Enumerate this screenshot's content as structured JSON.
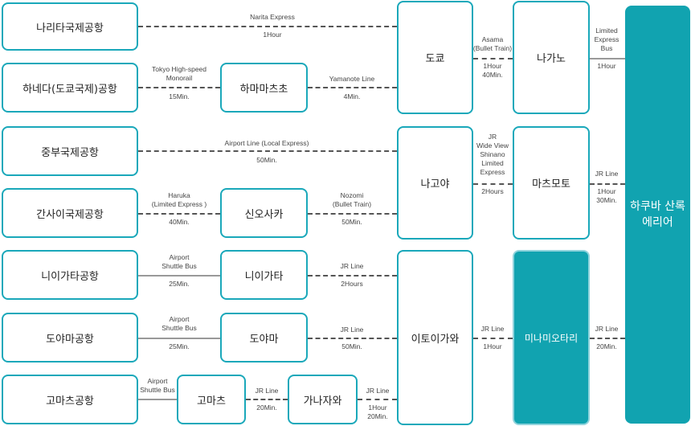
{
  "boxes": {
    "narita": "나리타국제공항",
    "haneda": "하네다(도쿄국제)공항",
    "chubu": "중부국제공항",
    "kansai": "간사이국제공항",
    "niigata_airport": "니이가타공항",
    "toyama_airport": "도야마공항",
    "komatsu_airport": "고마츠공항",
    "hamamatsucho": "하마마츠초",
    "shin_osaka": "신오사카",
    "niigata": "니이가타",
    "toyama": "도야마",
    "komatsu": "고마츠",
    "kanazawa": "가나자와",
    "tokyo": "도쿄",
    "nagoya": "나고야",
    "itoigawa": "이토이가와",
    "nagano": "나가노",
    "matsumoto": "마츠모토",
    "minami_otari": "미나미오타리",
    "hakuba_line1": "하쿠바 산록",
    "hakuba_line2": "에리어"
  },
  "routes": {
    "narita_tokyo": [
      "Narita Express",
      "1Hour"
    ],
    "haneda_hamamatsucho": [
      "Tokyo High-speed",
      "Monorail",
      "15Min."
    ],
    "hamamatsucho_tokyo": [
      "Yamanote Line",
      "4Min."
    ],
    "chubu_nagoya": [
      "Airport Line (Local Express)",
      "50Min."
    ],
    "kansai_shinosaka": [
      "Haruka",
      "(Limited Express )",
      "40Min."
    ],
    "shinosaka_nagoya": [
      "Nozomi",
      "(Bullet Train)",
      "50Min."
    ],
    "niigata_airport_niigata": [
      "Airport",
      "Shuttle Bus",
      "25Min."
    ],
    "niigata_itoigawa": [
      "JR Line",
      "2Hours"
    ],
    "toyama_airport_toyama": [
      "Airport",
      "Shuttle Bus",
      "25Min."
    ],
    "toyama_itoigawa": [
      "JR Line",
      "50Min."
    ],
    "komatsu_airport_komatsu": [
      "Airport",
      "Shuttle Bus"
    ],
    "komatsu_kanazawa": [
      "JR Line",
      "20Min."
    ],
    "kanazawa_itoigawa": [
      "JR Line",
      "1Hour",
      "20Min."
    ],
    "tokyo_nagano_top": [
      "Asama",
      "(Bullet Train)"
    ],
    "tokyo_nagano_bottom": [
      "1Hour",
      "40Min."
    ],
    "nagoya_matsumoto_top": [
      "JR",
      "Wide View",
      "Shinano",
      "Limited",
      "Express"
    ],
    "nagoya_matsumoto_bottom": [
      "2Hours"
    ],
    "itoigawa_minamiotari": [
      "JR Line",
      "1Hour"
    ],
    "nagano_hakuba_top": [
      "Limited",
      "Express",
      "Bus"
    ],
    "nagano_hakuba_bottom": [
      "1Hour"
    ],
    "matsumoto_hakuba": [
      "JR Line",
      "1Hour",
      "30Min."
    ],
    "minamiotari_hakuba": [
      "JR Line",
      "20Min."
    ]
  }
}
